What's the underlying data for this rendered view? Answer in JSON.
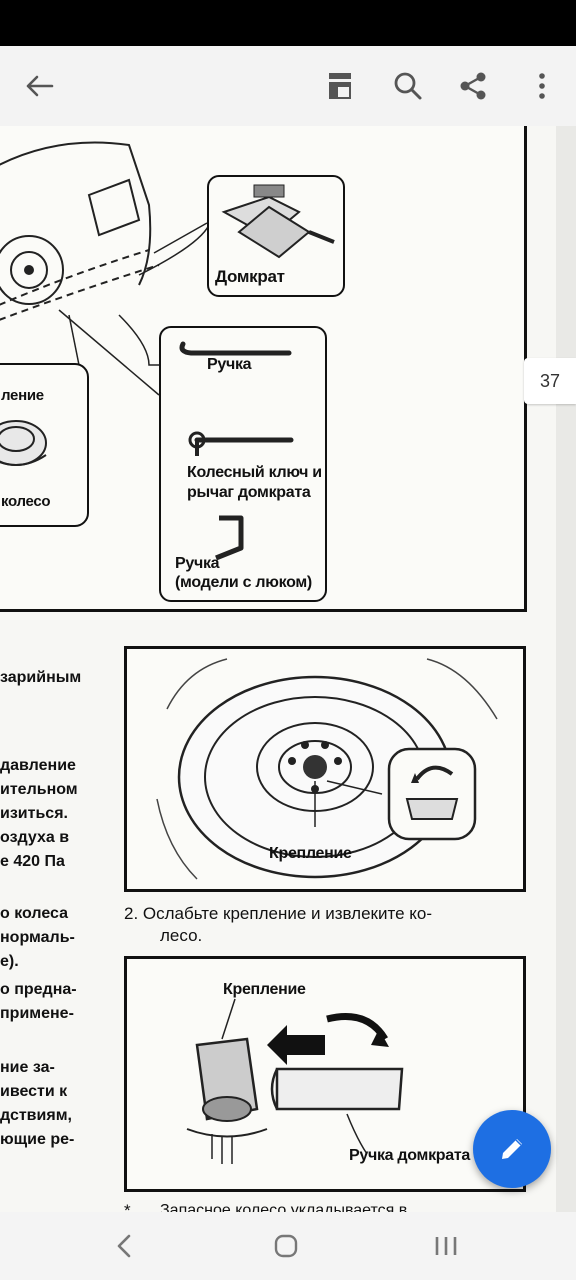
{
  "page_number": "37",
  "toolbar": {
    "icons": [
      "back-arrow-icon",
      "reading-mode-icon",
      "search-icon",
      "share-icon",
      "more-icon"
    ]
  },
  "figure1": {
    "labels": {
      "jack": "Домкрат",
      "handle": "Ручка",
      "wrench_line1": "Колесный ключ и",
      "wrench_line2": "рычаг домкрата",
      "sunroof_line1": "Ручка",
      "sunroof_line2": "(модели с люком)",
      "spare_partial": "ление",
      "wheel_partial": "колесо"
    }
  },
  "left_column": [
    "зарийным",
    "давление",
    "ительном",
    "изиться.",
    "оздуха в",
    "е 420 Па",
    "о колеса",
    "нормаль-",
    "е).",
    "о предна-",
    "примене-",
    "ние за-",
    "ивести к",
    "дствиям,",
    "ющие ре-"
  ],
  "figure2": {
    "label": "Крепление",
    "caption_line1": "2.   Ослабьте крепление и извлеките ко-",
    "caption_line2": "лесо."
  },
  "figure3": {
    "label_top": "Крепление",
    "label_bottom": "Ручка домкрата"
  },
  "footer_partial": "Запасное колесо укладывается в",
  "footer_bullet": "*",
  "fab": {
    "icon": "pencil-icon"
  },
  "navbar": {
    "icons": [
      "nav-back-icon",
      "nav-home-icon",
      "nav-recents-icon"
    ]
  }
}
